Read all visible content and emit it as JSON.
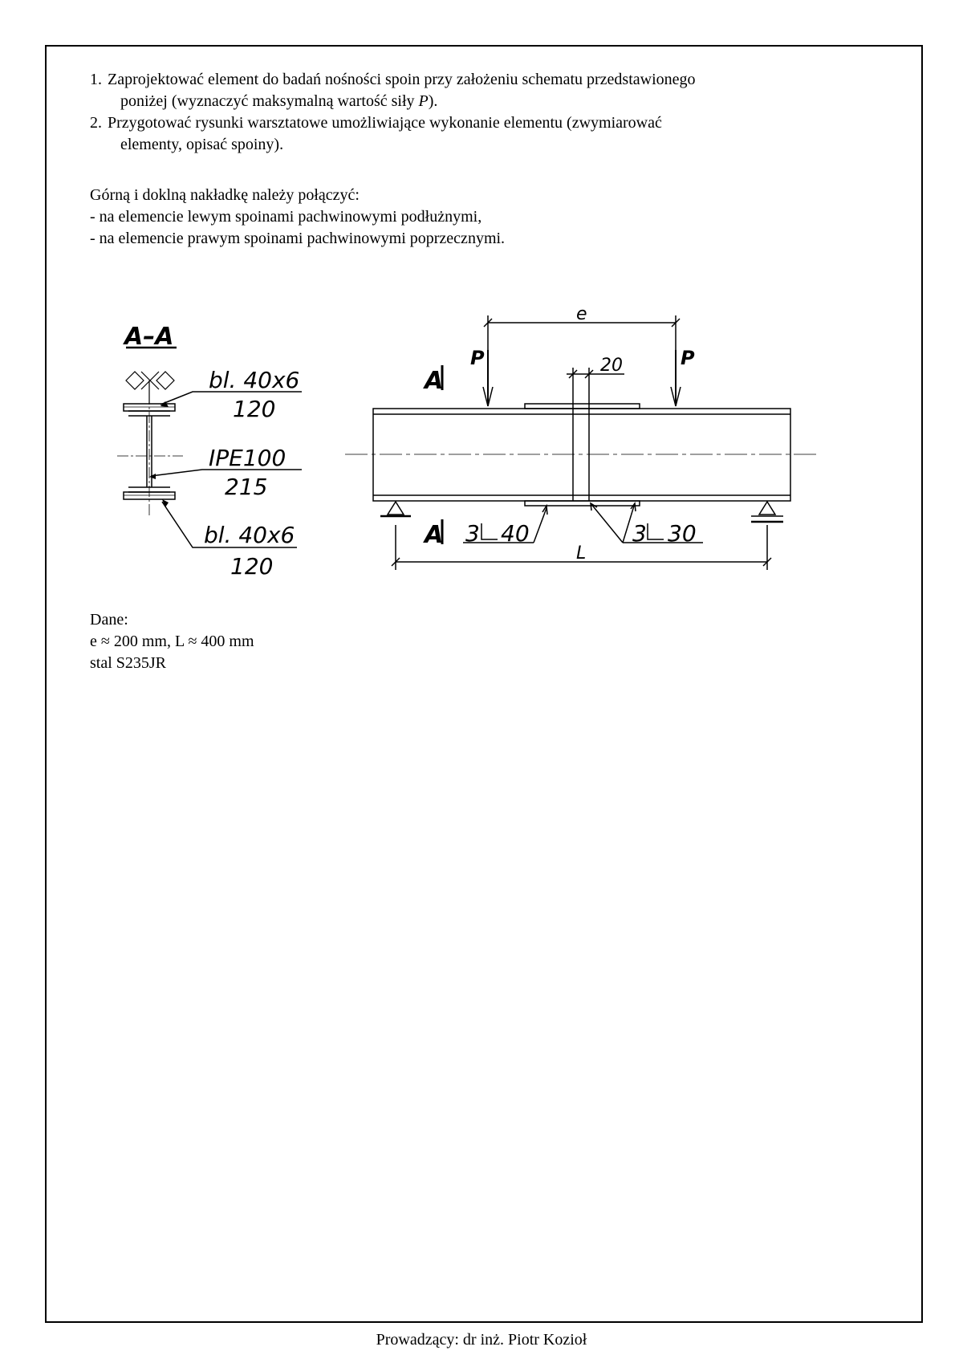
{
  "task_list": {
    "task1_num": "1.",
    "task1_line1": "Zaprojektować element do badań nośności spoin przy założeniu schematu przedstawionego",
    "task1_line2": "poniżej (wyznaczyć maksymalną wartość siły ",
    "task1_symbol": "P",
    "task1_end": ").",
    "task2_num": "2.",
    "task2_line1": "Przygotować rysunki warsztatowe umożliwiające wykonanie elementu (zwymiarować",
    "task2_line2": "elementy, opisać spoiny)."
  },
  "connection": {
    "intro": "Górną i doklną nakładkę należy połączyć:",
    "item1": "- na elemencie lewym spoinami pachwinowymi podłużnymi,",
    "item2": "- na elemencie prawym spoinami pachwinowymi poprzecznymi."
  },
  "section": {
    "title": "A–A",
    "top_plate_line1": "bl.  40x6",
    "top_plate_line2": "120",
    "beam_line1": "IPE100",
    "beam_line2": "215",
    "bottom_plate_line1": "bl.  40x6",
    "bottom_plate_line2": "120"
  },
  "elevation": {
    "dim_e": "e",
    "dim_20": "20",
    "dim_L": "L",
    "load_left": "P",
    "load_right": "P",
    "section_mark_top": "A",
    "section_mark_bottom": "A",
    "weld_left_size": "3",
    "weld_left_length": "40",
    "weld_right_size": "3",
    "weld_right_length": "30"
  },
  "given": {
    "heading": "Dane:",
    "dims": "e ≈ 200 mm, L ≈ 400 mm",
    "steel": "stal S235JR"
  },
  "footer": {
    "instructor": "Prowadzący: dr inż. Piotr Kozioł"
  }
}
